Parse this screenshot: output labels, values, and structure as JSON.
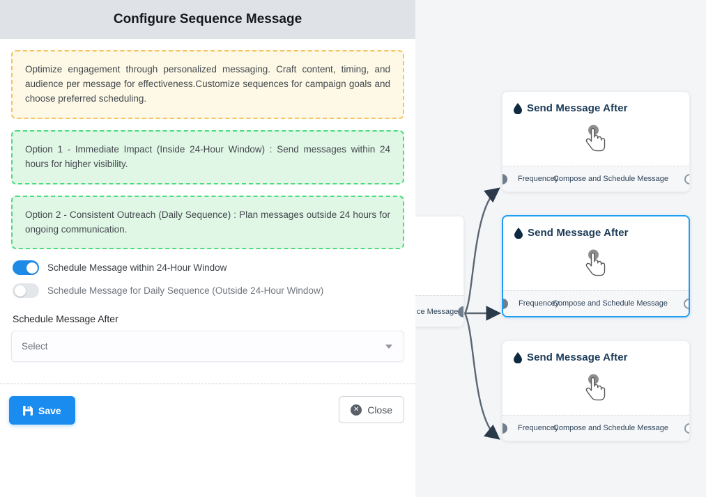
{
  "panel": {
    "title": "Configure Sequence Message",
    "note": "Optimize engagement through personalized messaging. Craft content, timing, and audience per message for effectiveness.Customize sequences for campaign goals and choose preferred scheduling.",
    "options": [
      "Option 1 - Immediate Impact (Inside 24-Hour Window) : Send messages within 24 hours for higher visibility.",
      "Option 2 - Consistent Outreach (Daily Sequence) : Plan messages outside 24 hours for ongoing communication."
    ],
    "toggles": [
      {
        "label": "Schedule Message within 24-Hour Window",
        "state": "on"
      },
      {
        "label": "Schedule Message for Daily Sequence (Outside 24-Hour Window)",
        "state": "off"
      }
    ],
    "field": {
      "label": "Schedule Message After",
      "value": "Select",
      "caret_icon": "chevron-down-icon"
    },
    "footer": {
      "save_label": "Save",
      "save_icon": "save-floppy-icon",
      "close_label": "Close",
      "close_icon": "close-circle-icon"
    }
  },
  "canvas": {
    "partial_node": {
      "label": "ce Message"
    },
    "nodes": [
      {
        "title": "Send Message After",
        "title_icon": "water-drop-icon",
        "body_icon": "tap-hand-icon",
        "foot_left": "Frequencey",
        "foot_right": "Compose and Schedule Message",
        "selected": false
      },
      {
        "title": "Send Message After",
        "title_icon": "water-drop-icon",
        "body_icon": "tap-hand-icon",
        "foot_left": "Frequencey",
        "foot_right": "Compose and Schedule Message",
        "selected": true
      },
      {
        "title": "Send Message After",
        "title_icon": "water-drop-icon",
        "body_icon": "tap-hand-icon",
        "foot_left": "Frequencey",
        "foot_right": "Compose and Schedule Message",
        "selected": false
      }
    ]
  },
  "colors": {
    "accent_blue": "#1a8cf0",
    "selected_border": "#1e9ef0",
    "note_border": "#f5c462",
    "note_bg": "#fdf9e6",
    "option_border": "#4ddb7f",
    "option_bg": "#e0f7e6",
    "header_bg": "#dfe3e7",
    "canvas_bg": "#f4f5f7",
    "node_title": "#1b3a57",
    "edge": "#5b6673"
  }
}
